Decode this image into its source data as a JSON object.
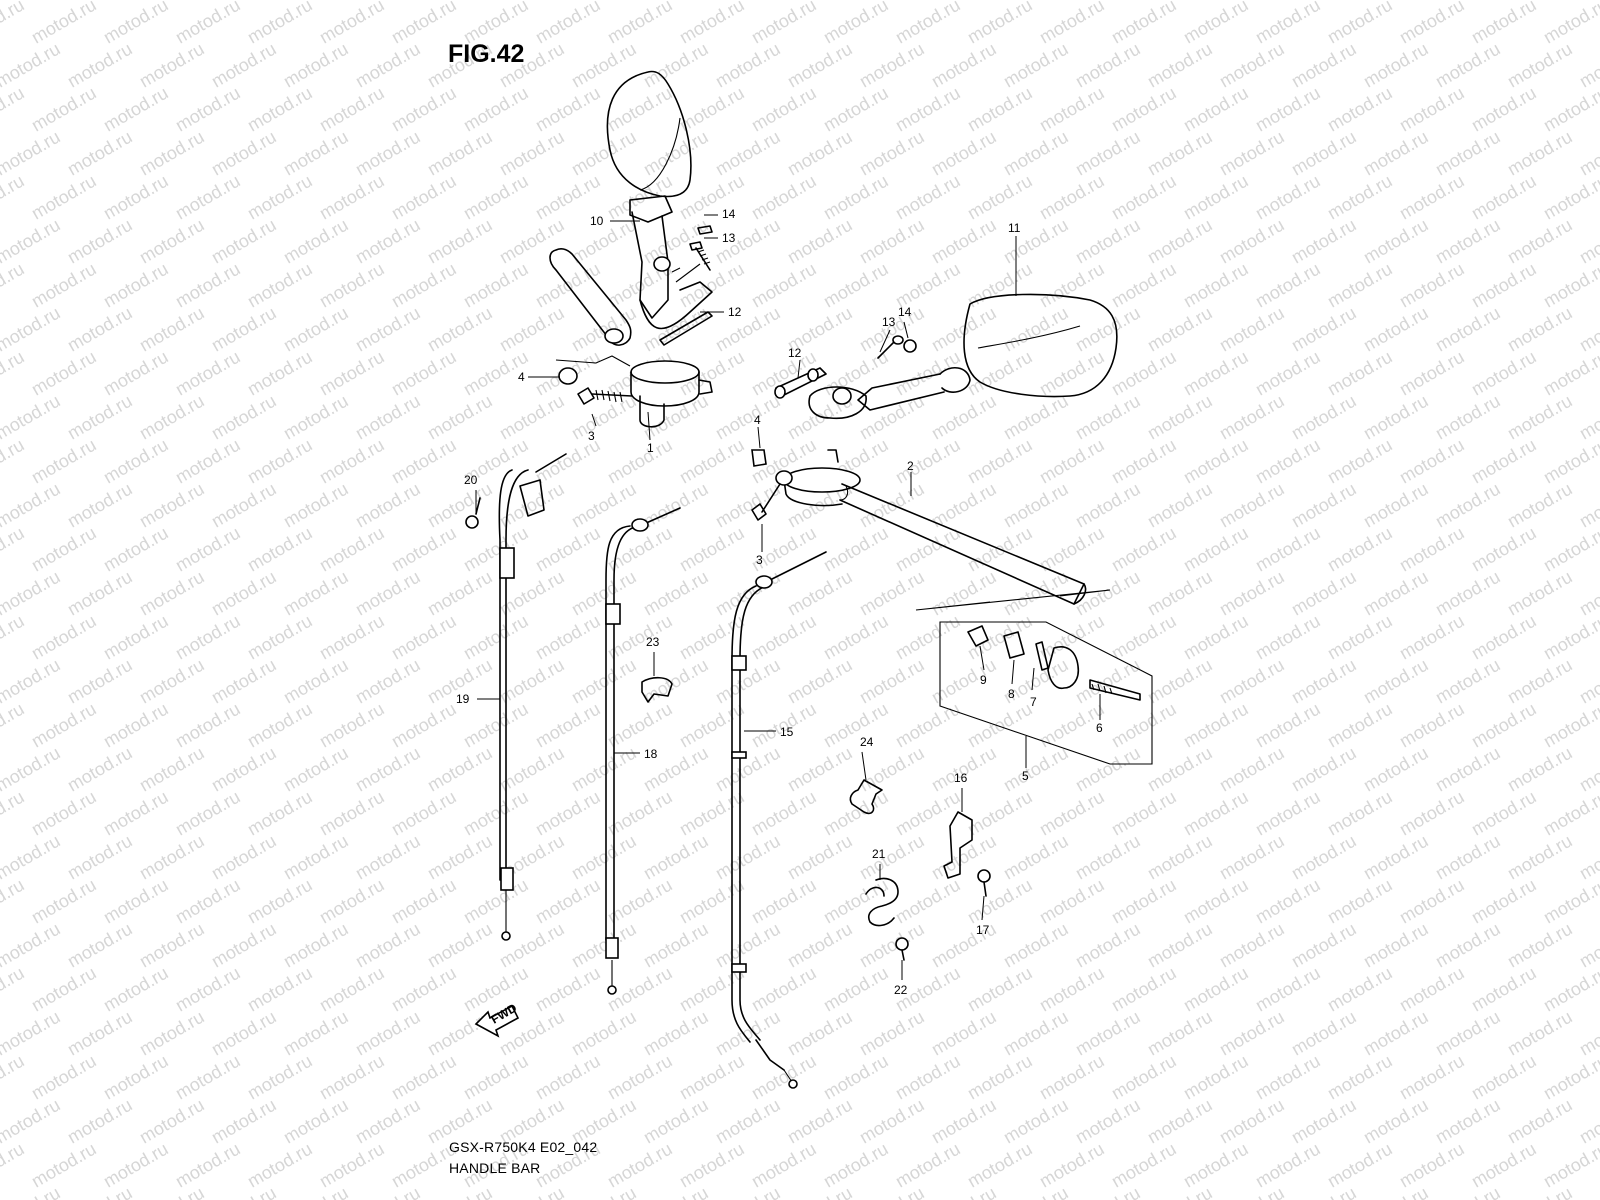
{
  "figure": {
    "title": "FIG.42"
  },
  "caption": {
    "model_code": "GSX-R750K4 E02_042",
    "name": "HANDLE BAR"
  },
  "watermark": {
    "text": "motod.ru",
    "color": "#d6d6d6"
  },
  "fwd_label": "FWD",
  "part_labels": {
    "p1": "1",
    "p2": "2",
    "p3a": "3",
    "p3b": "3",
    "p4a": "4",
    "p4b": "4",
    "p5": "5",
    "p6": "6",
    "p7": "7",
    "p8": "8",
    "p9": "9",
    "p10": "10",
    "p11": "11",
    "p12a": "12",
    "p12b": "12",
    "p13a": "13",
    "p13b": "13",
    "p14a": "14",
    "p14b": "14",
    "p15": "15",
    "p16": "16",
    "p17": "17",
    "p18": "18",
    "p19": "19",
    "p20": "20",
    "p21": "21",
    "p22": "22",
    "p23": "23",
    "p24": "24"
  }
}
